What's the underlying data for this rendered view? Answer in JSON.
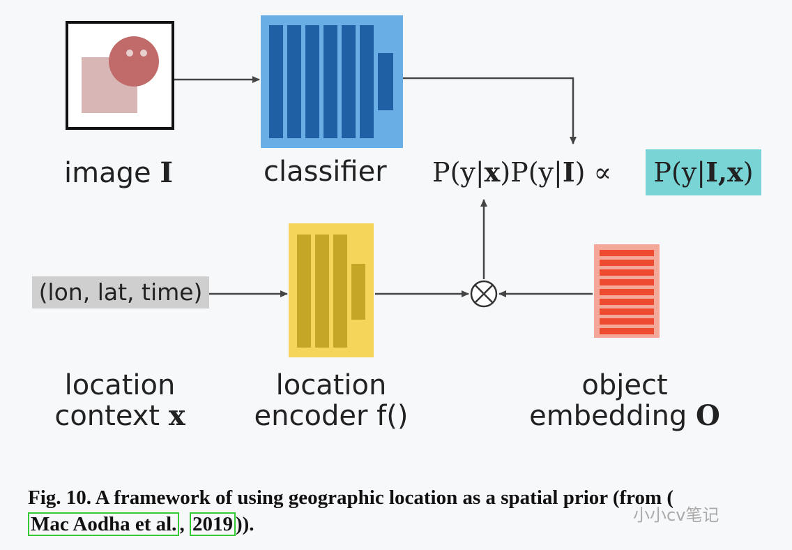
{
  "labels": {
    "image_prefix": "image ",
    "image_var": "I",
    "classifier": "classifier",
    "location_context_line1": "location",
    "location_context_line2": "context ",
    "location_context_var": "x",
    "location_encoder_line1": "location",
    "location_encoder_line2": "encoder f()",
    "object_embedding_line1": "object",
    "object_embedding_line2": "embedding ",
    "object_embedding_var": "O"
  },
  "formula": {
    "p1_open": "P(y|",
    "p1_var": "x",
    "p1_close": ")P(y|",
    "p2_var": "I",
    "p2_close": ") ",
    "proportional": "∝",
    "posterior_open": "P(y|",
    "posterior_vars": "I,x",
    "posterior_close": ")"
  },
  "location_input": "(lon, lat, time)",
  "caption": {
    "text_before": "Fig. 10. A framework of using geographic location as a spatial prior (from (",
    "cite_authors": "Mac Aodha et al.",
    "cite_sep": ", ",
    "cite_year": "2019",
    "text_after": "))."
  },
  "watermark": "小小cv笔记",
  "colors": {
    "classifier_bg": "#6aaee6",
    "classifier_bars": "#1f5fa3",
    "encoder_bg": "#f5d65a",
    "encoder_bars": "#c5a626",
    "embedding_bg": "#f4a89a",
    "embedding_bars": "#ee4a30",
    "posterior_bg": "#79d4d6",
    "input_bg": "#cfcfcf"
  }
}
